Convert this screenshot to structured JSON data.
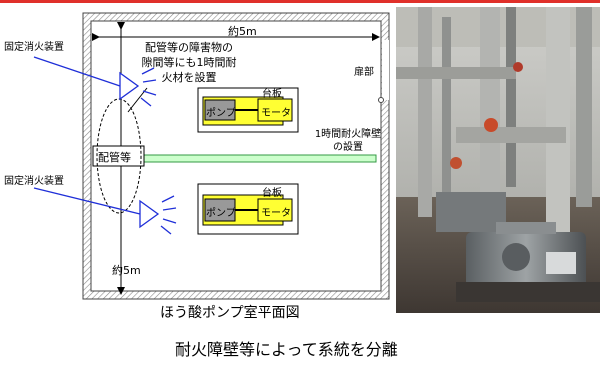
{
  "colors": {
    "accent_line": "#e0302a",
    "equipment_fill": "#ffff33",
    "wall_fill": "#ccffcc",
    "extinguisher_line": "#1f2fd8"
  },
  "diagram": {
    "width_label": "約5m",
    "door_label": "扉部",
    "height_label": "約5m",
    "note_obstacles": [
      "配管等の障害物の",
      "隙間等にも1時間耐",
      "火材を設置"
    ],
    "extinguisher_labels": [
      "固定消火装置",
      "固定消火装置"
    ],
    "piping_label": "配管等",
    "fire_wall_label": [
      "1時間耐火障壁",
      "の設置"
    ],
    "pump_units": [
      {
        "base_label": "台板",
        "pump_label": "ポンプ",
        "motor_label": "モータ"
      },
      {
        "base_label": "台板",
        "pump_label": "ポンプ",
        "motor_label": "モータ"
      }
    ],
    "caption": "ほう酸ポンプ室平面図"
  },
  "photo": {
    "subject": "pump-room-photo"
  },
  "footer": {
    "text": "耐火障壁等によって系統を分離"
  }
}
